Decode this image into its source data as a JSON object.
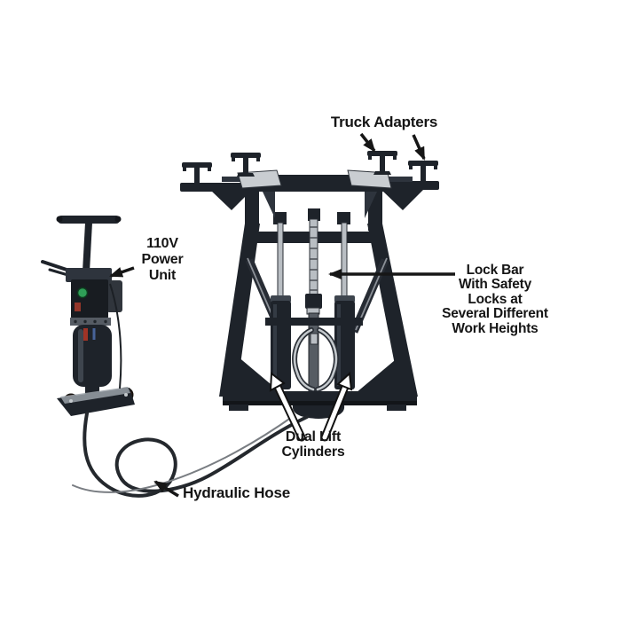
{
  "title": "Scissor lift product diagram",
  "illustration": {
    "subject": "Automotive scissor lift with portable 110V power unit, shown with callout annotations",
    "colors": {
      "background": "#ffffff",
      "frame_dark": "#1e232a",
      "frame_mid": "#2e343d",
      "frame_light": "#3e454e",
      "metal_light": "#b9bec3",
      "ramp_light": "#c9cdd1",
      "steel_gray": "#5a6068",
      "hose_dark": "#24282d",
      "hose_thin": "#797d82",
      "wheel_red": "#6b2f27",
      "button_green": "#2f9e57",
      "label_text": "#151515"
    }
  },
  "labels": {
    "truck_adapters": "Truck Adapters",
    "power_unit": "110V\nPower\nUnit",
    "lock_bar": "Lock Bar\nWith Safety\nLocks at\nSeveral Different\nWork Heights",
    "dual_lift_cylinders": "Dual Lift\nCylinders",
    "hydraulic_hose": "Hydraulic Hose"
  }
}
